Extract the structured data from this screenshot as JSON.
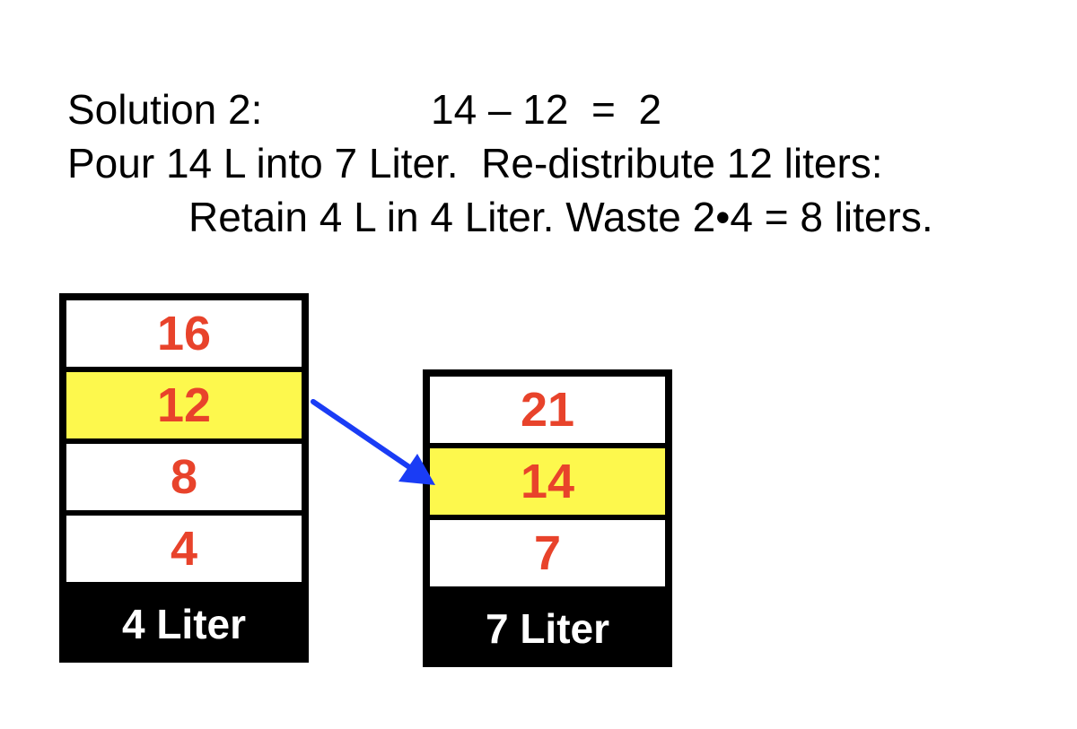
{
  "text": {
    "line1_label": "Solution 2:",
    "line1_equation": "14 – 12  =  2",
    "line2": "Pour 14 L into 7 Liter.  Re-distribute 12 liters:",
    "line3": "Retain 4 L in 4 Liter. Waste 2•4 = 8 liters."
  },
  "colors": {
    "number": "#e8432b",
    "highlight": "#fdf84d",
    "arrow": "#1a3cf5"
  },
  "containers": [
    {
      "label": "4 Liter",
      "marks": [
        "16",
        "12",
        "8",
        "4"
      ],
      "highlighted_mark": "12"
    },
    {
      "label": "7 Liter",
      "marks": [
        "21",
        "14",
        "7"
      ],
      "highlighted_mark": "14"
    }
  ]
}
